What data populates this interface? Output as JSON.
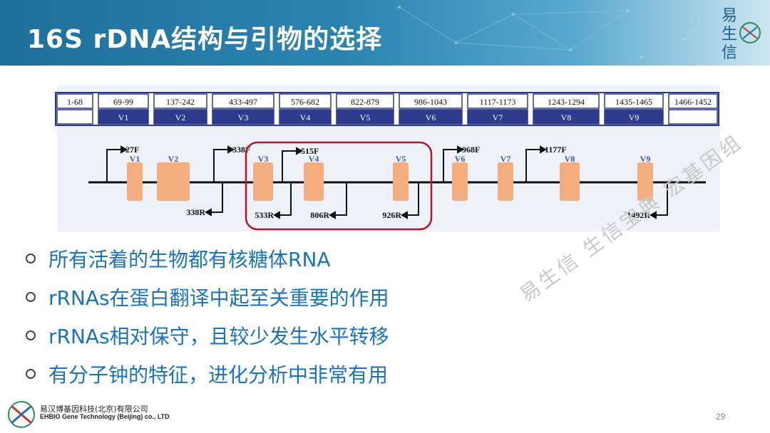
{
  "slide": {
    "title": "16S rDNA结构与引物的选择",
    "brand_chars": [
      "易",
      "生",
      "信"
    ],
    "page_number": "29",
    "watermark": "易生信 生信宝典 宏基因组",
    "company_cn": "易汉博基因科技(北京)有限公司",
    "company_en": "EHBIO Gene Technology (Beijing) co., LTD"
  },
  "positions_table": {
    "ranges": [
      "1-68",
      "69-99",
      "137-242",
      "433-497",
      "576-682",
      "822-879",
      "986-1043",
      "1117-1173",
      "1243-1294",
      "1435-1465",
      "1466-1452"
    ],
    "regions": [
      "",
      "V1",
      "V2",
      "V3",
      "V4",
      "V5",
      "V6",
      "V7",
      "V8",
      "V9",
      ""
    ]
  },
  "gene_map": {
    "variable_regions": [
      "V1",
      "V2",
      "V3",
      "V4",
      "V5",
      "V6",
      "V7",
      "V8",
      "V9"
    ],
    "forward_primers": [
      "27F",
      "338F",
      "515F",
      "968F",
      "1177F"
    ],
    "reverse_primers": [
      "338R",
      "533R",
      "806R",
      "926R",
      "1492R"
    ],
    "colors": {
      "region_fill": "#f4ad7f",
      "highlight_box": "#b0192b",
      "table_border": "#2e3a8c"
    }
  },
  "bullets": [
    "所有活着的生物都有核糖体RNA",
    "rRNAs在蛋白翻译中起至关重要的作用",
    "rRNAs相对保守，且较少发生水平转移",
    "有分子钟的特征，进化分析中非常有用"
  ]
}
